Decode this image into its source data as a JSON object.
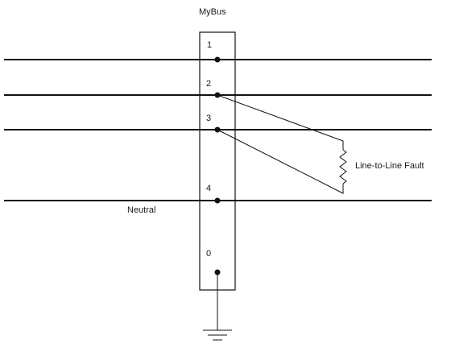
{
  "diagram": {
    "bus_title": "MyBus",
    "nodes": [
      {
        "id": "1",
        "label": "1"
      },
      {
        "id": "2",
        "label": "2"
      },
      {
        "id": "3",
        "label": "3"
      },
      {
        "id": "4",
        "label": "4"
      },
      {
        "id": "0",
        "label": "0"
      }
    ],
    "neutral_label": "Neutral",
    "fault_label": "Line-to-Line Fault",
    "fault_between": [
      "2",
      "3"
    ],
    "ground_node": "0",
    "colors": {
      "line": "#111111",
      "background": "#ffffff"
    }
  }
}
